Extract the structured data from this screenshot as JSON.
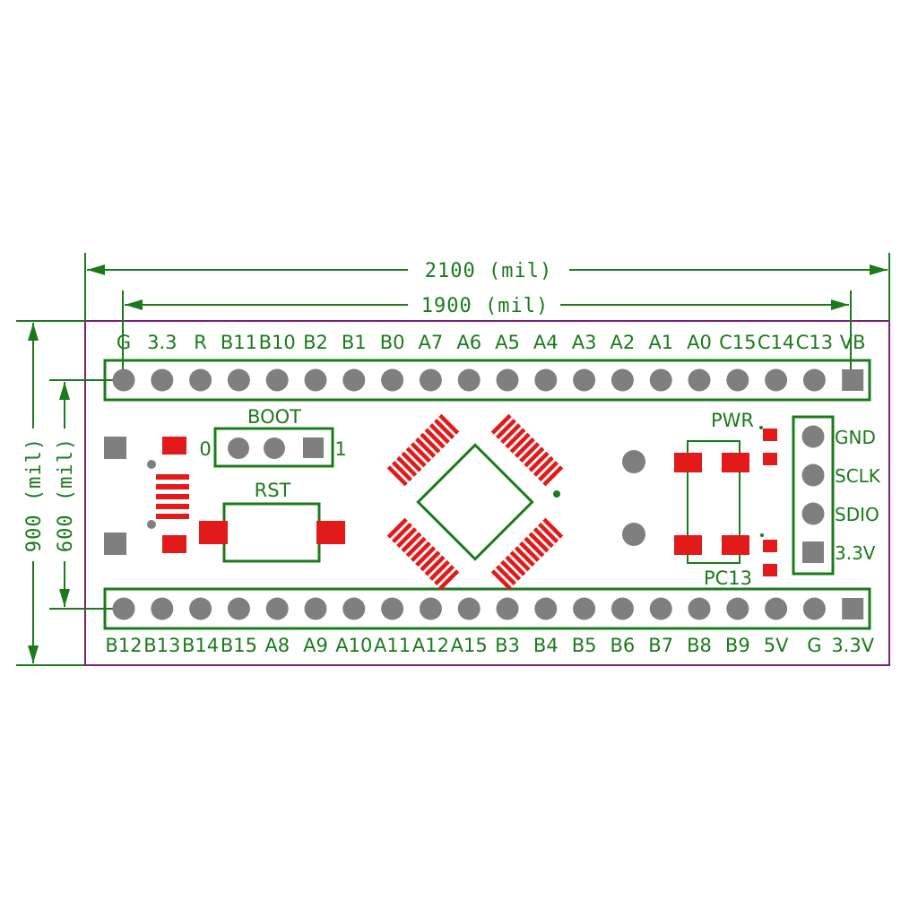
{
  "dimensions": {
    "width_outer": "2100 (mil)",
    "width_inner": "1900 (mil)",
    "height_outer": "900 (mil)",
    "height_inner": "600 (mil)"
  },
  "top_header_labels": [
    "G",
    "3.3",
    "R",
    "B11",
    "B10",
    "B2",
    "B1",
    "B0",
    "A7",
    "A6",
    "A5",
    "A4",
    "A3",
    "A2",
    "A1",
    "A0",
    "C15",
    "C14",
    "C13",
    "VB"
  ],
  "bottom_header_labels": [
    "B12",
    "B13",
    "B14",
    "B15",
    "A8",
    "A9",
    "A10",
    "A11",
    "A12",
    "A15",
    "B3",
    "B4",
    "B5",
    "B6",
    "B7",
    "B8",
    "B9",
    "5V",
    "G",
    "3.3V"
  ],
  "boot": {
    "title": "BOOT",
    "left": "0",
    "right": "1"
  },
  "reset": {
    "title": "RST"
  },
  "power_led": {
    "title": "PWR"
  },
  "user_led": {
    "title": "PC13"
  },
  "swd_header": [
    "GND",
    "SCLK",
    "SDIO",
    "3.3V"
  ],
  "colors": {
    "silkscreen": "#1b7a1b",
    "board_outline": "#7b1f7b",
    "pads": "#e31a1a",
    "pins": "#7f7f7f"
  }
}
